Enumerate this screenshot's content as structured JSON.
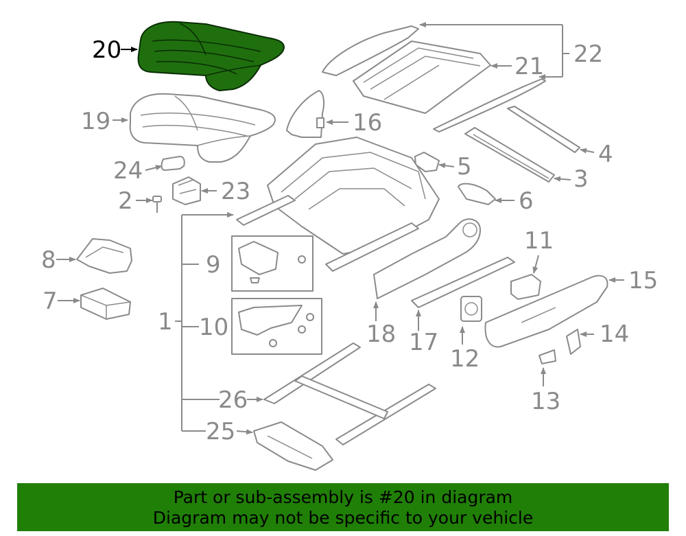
{
  "diagram": {
    "callouts": [
      "1",
      "2",
      "3",
      "4",
      "5",
      "6",
      "7",
      "8",
      "9",
      "10",
      "11",
      "12",
      "13",
      "14",
      "15",
      "16",
      "17",
      "18",
      "19",
      "20",
      "21",
      "22",
      "23",
      "24",
      "25",
      "26"
    ],
    "highlighted_part": "20",
    "highlight_color": "#207f07"
  },
  "banner": {
    "line1": "Part or sub-assembly is #20 in diagram",
    "line2": "Diagram may not be specific to your vehicle"
  }
}
